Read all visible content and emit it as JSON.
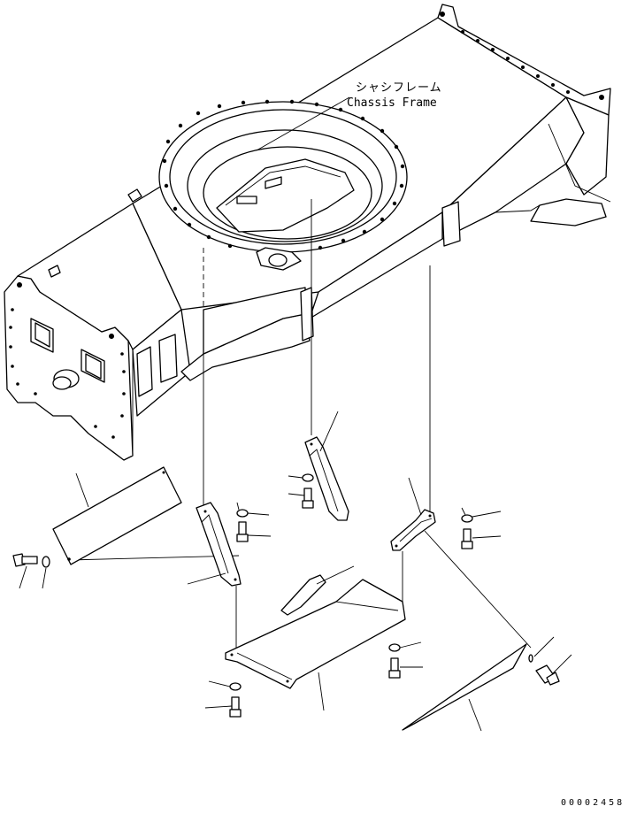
{
  "labels": {
    "chassis_frame_jp": "シャシフレーム",
    "chassis_frame_en": "Chassis Frame",
    "drawing_number": "00002458"
  }
}
